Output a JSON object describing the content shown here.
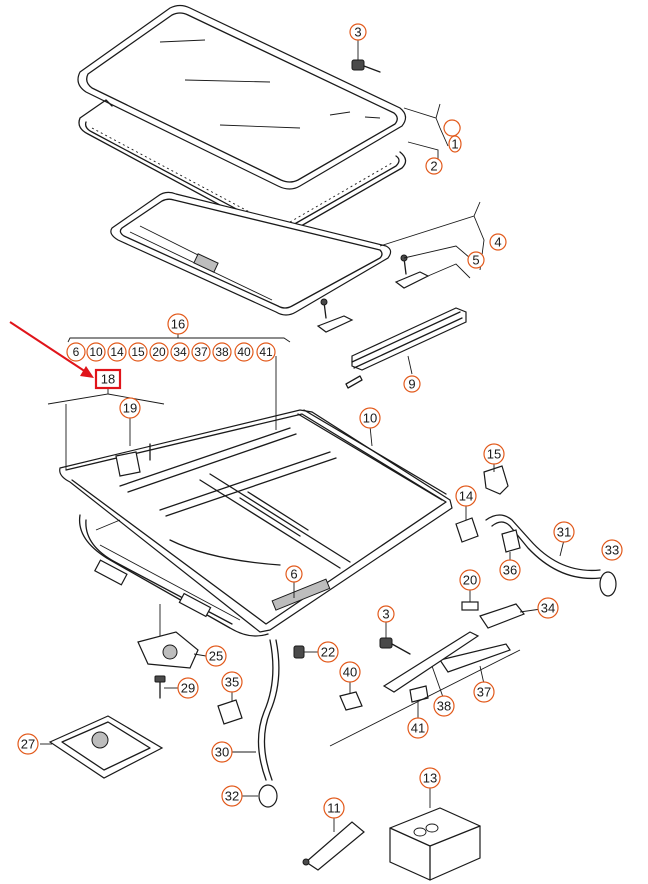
{
  "diagram": {
    "highlighted_part": "18",
    "group_label": "16",
    "group_members": [
      "6",
      "10",
      "14",
      "15",
      "20",
      "34",
      "37",
      "38",
      "40",
      "41"
    ],
    "callouts": [
      "1",
      "2",
      "3",
      "4",
      "5",
      "9",
      "10",
      "15",
      "14",
      "31",
      "33",
      "36",
      "20",
      "34",
      "3",
      "37",
      "38",
      "41",
      "40",
      "22",
      "6",
      "19",
      "25",
      "29",
      "35",
      "30",
      "32",
      "27",
      "11",
      "13"
    ]
  },
  "colors": {
    "highlight": "#e0141a",
    "callout_ring": "#e25a1c",
    "line": "#1a1a1a"
  }
}
